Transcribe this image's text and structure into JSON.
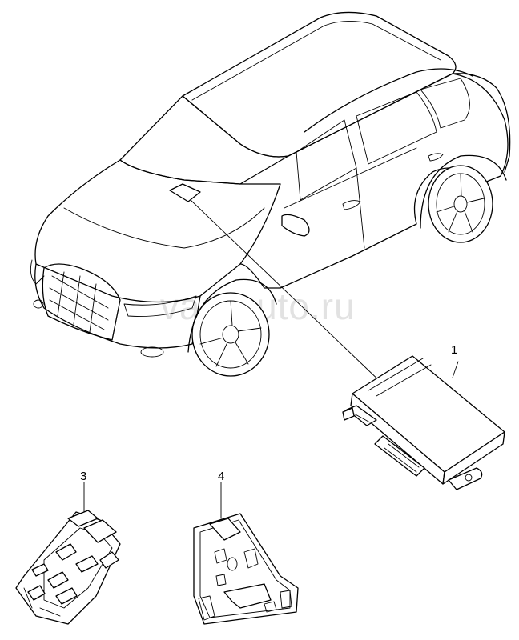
{
  "diagram": {
    "watermark": "vag-auto.ru",
    "callouts": [
      {
        "id": "1",
        "label": "1"
      },
      {
        "id": "3",
        "label": "3"
      },
      {
        "id": "4",
        "label": "4"
      }
    ]
  }
}
